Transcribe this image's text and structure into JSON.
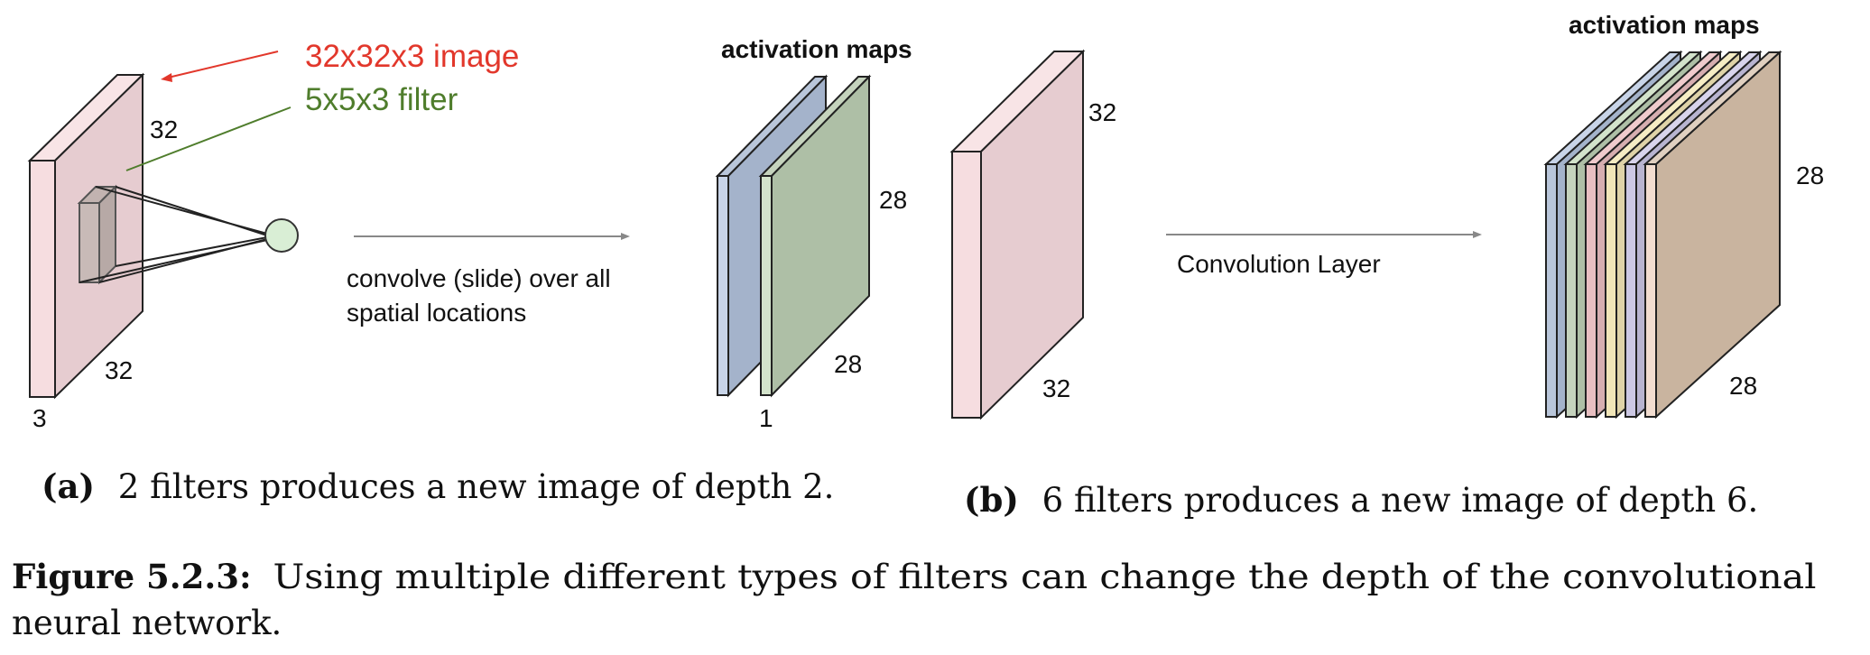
{
  "colors": {
    "image_front": "#efd7da",
    "image_side": "#f6dde0",
    "image_top": "#f8e4e6",
    "red_label": "#e2372b",
    "green_label": "#4f7d2c",
    "map_blue": "#a4b3cb",
    "map_green": "#aebfa6",
    "map_tan": "#c9b49f",
    "neuron": "#d9eed5"
  },
  "panel_a": {
    "input_height_label": "32",
    "input_width_label": "32",
    "input_depth_label": "3",
    "image_label": "32x32x3 image",
    "filter_label": "5x5x3 filter",
    "operation_label_line1": "convolve (slide) over all",
    "operation_label_line2": "spatial locations",
    "maps_title": "activation maps",
    "map_height_label": "28",
    "map_width_label": "28",
    "map_depth_label": "1",
    "caption_tag": "(a)",
    "caption_text": "2 filters produces a new image of depth 2."
  },
  "panel_b": {
    "input_height_label": "32",
    "input_width_label": "32",
    "operation_label": "Convolution Layer",
    "maps_title": "activation maps",
    "map_height_label": "28",
    "map_width_label": "28",
    "caption_tag": "(b)",
    "caption_text": "6 filters produces a new image of depth 6."
  },
  "figure_caption": {
    "label": "Figure 5.2.3:",
    "line1": "Using multiple different types of filters can change the depth of the convolutional",
    "line2": "neural network."
  }
}
